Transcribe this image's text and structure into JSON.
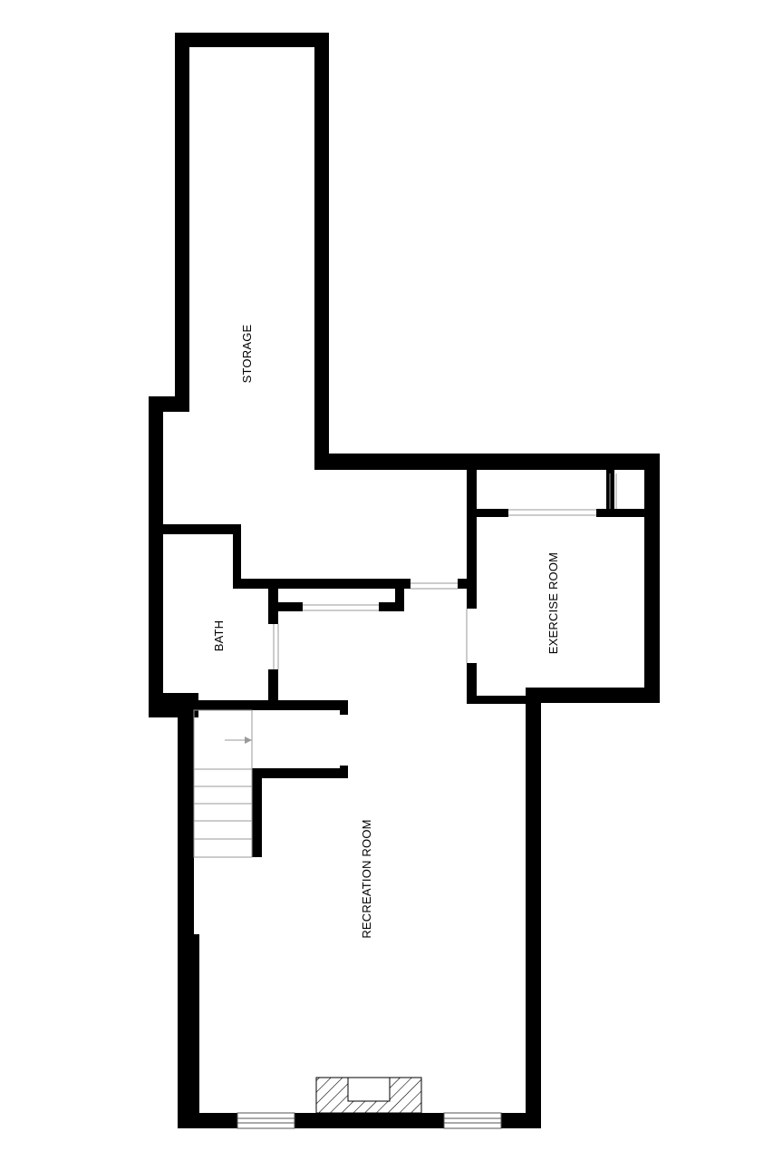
{
  "floor_plan": {
    "rooms": [
      {
        "id": "storage",
        "label": "STORAGE"
      },
      {
        "id": "bath",
        "label": "BATH"
      },
      {
        "id": "exercise",
        "label": "EXERCISE ROOM"
      },
      {
        "id": "recreation",
        "label": "RECREATION ROOM"
      }
    ],
    "colors": {
      "wall": "#000000",
      "background": "#ffffff",
      "fixture_line": "#9a9a9a"
    }
  }
}
